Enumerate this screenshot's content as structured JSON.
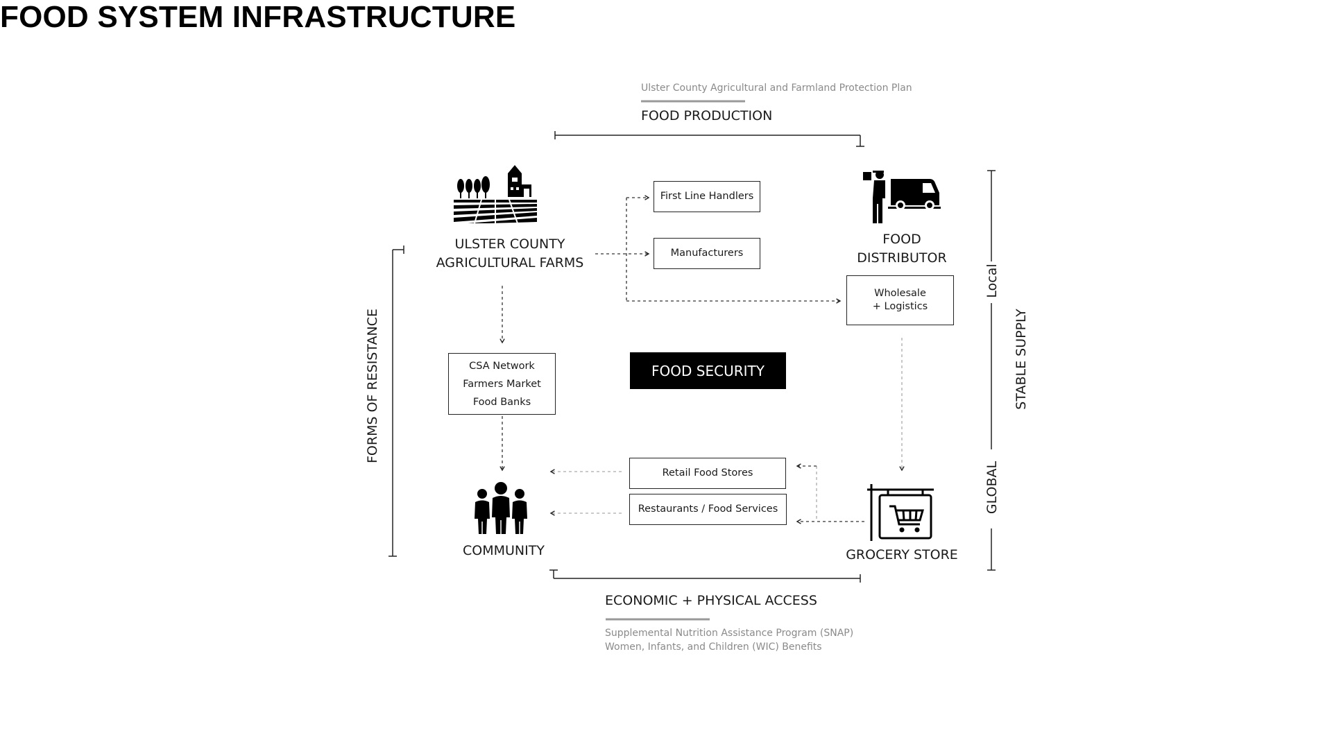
{
  "title": "FOOD SYSTEM INFRASTRUCTURE",
  "top": {
    "source": "Ulster County Agricultural and Farmland Protection Plan",
    "heading": "FOOD PRODUCTION"
  },
  "bottom": {
    "heading": "ECONOMIC + PHYSICAL ACCESS",
    "sources": [
      "Supplemental Nutrition Assistance Program (SNAP)",
      "Women, Infants, and Children (WIC) Benefits"
    ]
  },
  "left_axis": {
    "label": "FORMS OF RESISTANCE"
  },
  "right_axis": {
    "label": "STABLE SUPPLY",
    "top_label": "Local",
    "bottom_label": "GLOBAL"
  },
  "nodes": {
    "farms": {
      "line1": "ULSTER COUNTY",
      "line2": "AGRICULTURAL FARMS",
      "icon": "farm-icon"
    },
    "distributor": {
      "line1": "FOOD",
      "line2": "DISTRIBUTOR",
      "icon": "delivery-truck-icon"
    },
    "community": {
      "label": "COMMUNITY",
      "icon": "people-group-icon"
    },
    "grocery": {
      "label": "GROCERY STORE",
      "icon": "shopping-cart-sign-icon"
    }
  },
  "boxes": {
    "first_line_handlers": "First Line Handlers",
    "manufacturers": "Manufacturers",
    "wholesale": {
      "line1": "Wholesale",
      "line2": "+ Logistics"
    },
    "csa": {
      "line1": "CSA Network",
      "line2": "Farmers Market",
      "line3": "Food Banks"
    },
    "retail": "Retail Food Stores",
    "restaurants": "Restaurants / Food Services"
  },
  "center": {
    "label": "FOOD SECURITY"
  },
  "colors": {
    "line": "#1a1a1a",
    "dashed": "#555555",
    "gray_text": "#8a8a8a",
    "accent_rule": "#999999"
  }
}
